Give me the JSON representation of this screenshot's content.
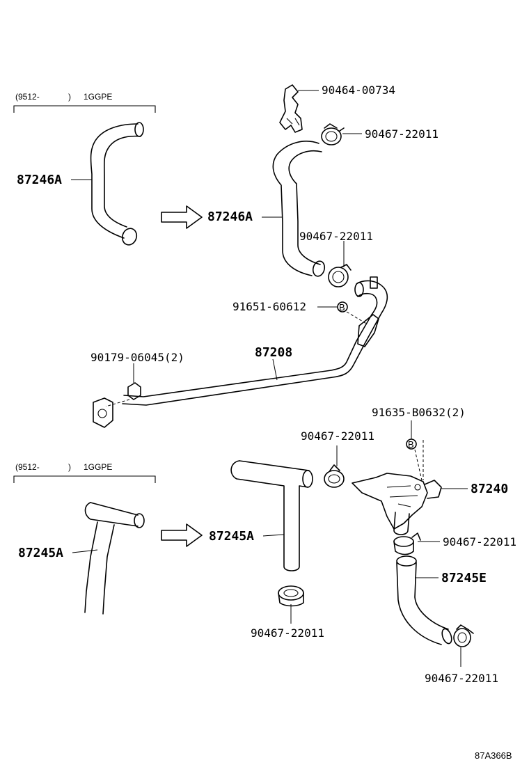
{
  "variants": [
    {
      "bracket_range": "(9512-",
      "bracket_close": ")",
      "bracket_model": "1GGPE"
    },
    {
      "bracket_range": "(9512-",
      "bracket_close": ")",
      "bracket_model": "1GGPE"
    }
  ],
  "labels": {
    "p90464_00734": "90464-00734",
    "p90467_22011_a": "90467-22011",
    "p87246a_left": "87246A",
    "p87246a_main": "87246A",
    "p90467_22011_b": "90467-22011",
    "p91651_60612": "91651-60612",
    "p90179_06045": "90179-06045(2)",
    "p87208": "87208",
    "p91635_b0632": "91635-B0632(2)",
    "p90467_22011_c": "90467-22011",
    "p87240": "87240",
    "p87245a_left": "87245A",
    "p87245a_main": "87245A",
    "p90467_22011_d": "90467-22011",
    "p87245e": "87245E",
    "p90467_22011_e": "90467-22011",
    "p90467_22011_f": "90467-22011",
    "bolt_b1": "B",
    "bolt_b2": "B"
  },
  "reference_code": "87A366B"
}
